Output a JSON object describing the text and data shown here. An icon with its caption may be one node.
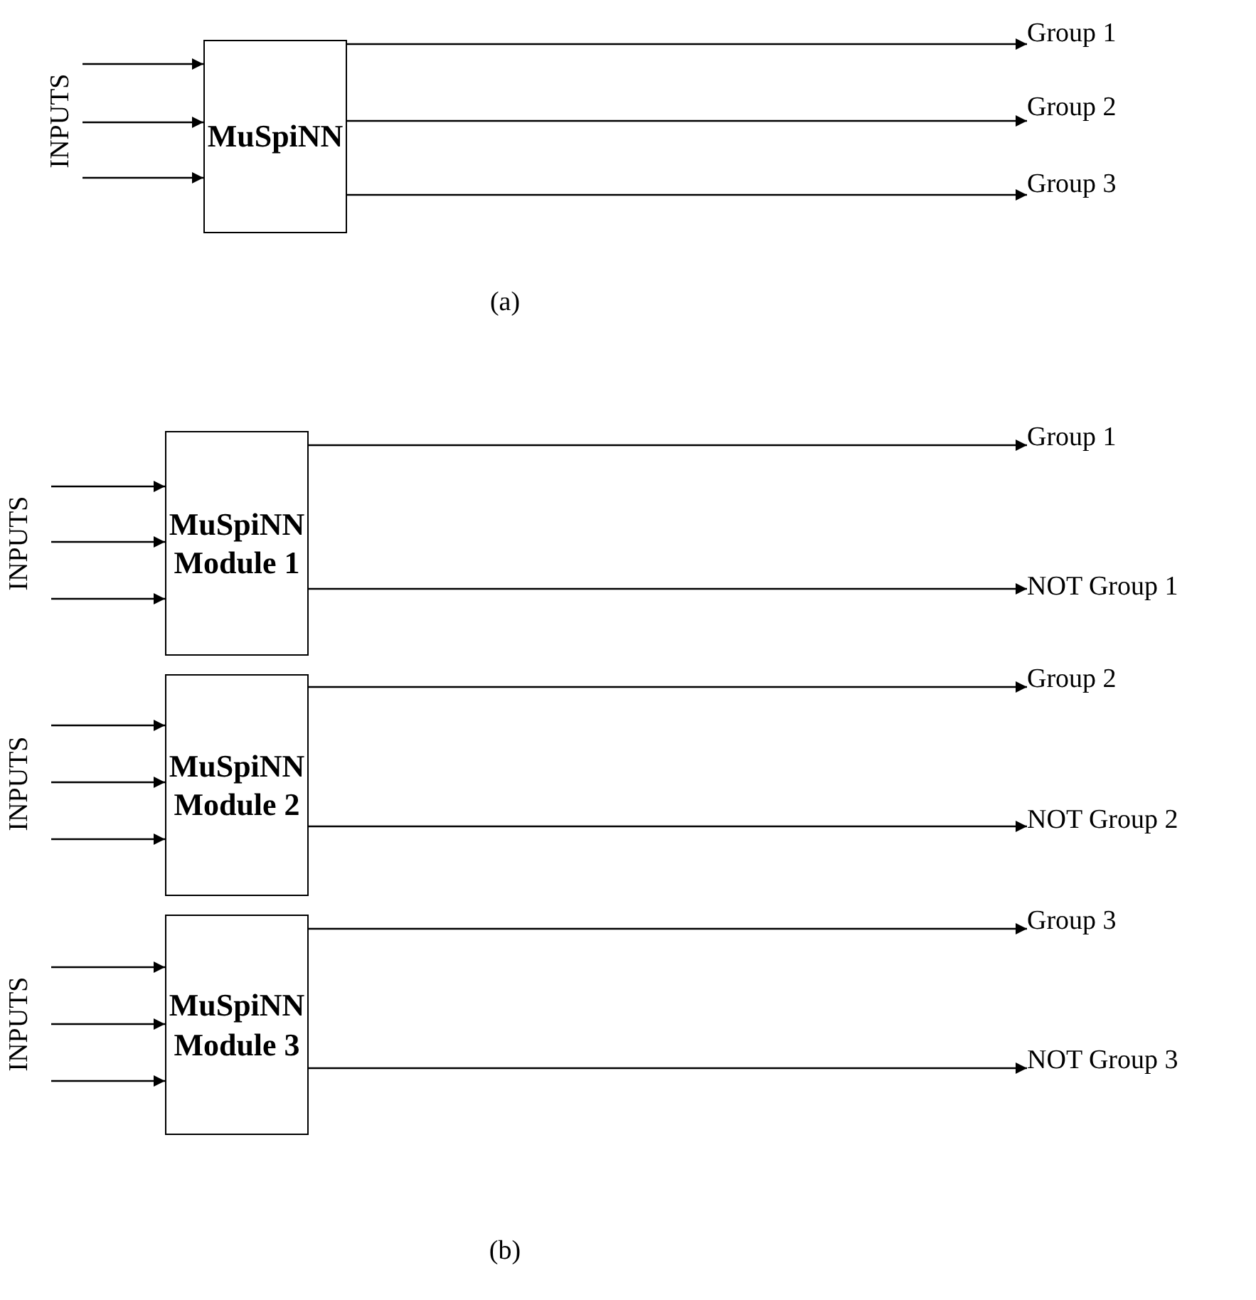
{
  "diagram": {
    "nodes": [
      {
        "text": [
          "MuSpiNN"
        ]
      },
      {
        "text": [
          "Group 1"
        ]
      },
      {
        "text": [
          "Group 2"
        ]
      },
      {
        "text": [
          "Group 3"
        ]
      },
      {
        "text": [
          "MuSpiNN Module 1"
        ]
      },
      {
        "text": [
          "Group 1"
        ]
      },
      {
        "text": [
          "NOT Group 1"
        ]
      },
      {
        "text": [
          "MuSpiNN Module 2"
        ]
      },
      {
        "text": [
          "Group 2"
        ]
      },
      {
        "text": [
          "NOT Group 2"
        ]
      },
      {
        "text": [
          "MuSpiNN Module 3"
        ]
      },
      {
        "text": [
          "Group 3"
        ]
      },
      {
        "text": [
          "NOT Group 3"
        ]
      }
    ],
    "edges": [
      {
        "from": null,
        "to": 0,
        "arrow": "to"
      },
      {
        "from": null,
        "to": 0,
        "arrow": "to"
      },
      {
        "from": null,
        "to": 0,
        "arrow": "to"
      },
      {
        "from": 0,
        "to": 1,
        "arrow": "to"
      },
      {
        "from": 0,
        "to": 2,
        "arrow": "to"
      },
      {
        "from": 0,
        "to": 3,
        "arrow": "to"
      },
      {
        "from": null,
        "to": 4,
        "arrow": "to"
      },
      {
        "from": null,
        "to": 4,
        "arrow": "to"
      },
      {
        "from": null,
        "to": 4,
        "arrow": "to"
      },
      {
        "from": 4,
        "to": 5,
        "arrow": "to"
      },
      {
        "from": 4,
        "to": 6,
        "arrow": "to"
      },
      {
        "from": null,
        "to": 7,
        "arrow": "to"
      },
      {
        "from": null,
        "to": 7,
        "arrow": "to"
      },
      {
        "from": null,
        "to": 7,
        "arrow": "to"
      },
      {
        "from": 7,
        "to": 8,
        "arrow": "to"
      },
      {
        "from": 7,
        "to": 9,
        "arrow": "to"
      },
      {
        "from": null,
        "to": 10,
        "arrow": "to"
      },
      {
        "from": null,
        "to": 10,
        "arrow": "to"
      },
      {
        "from": null,
        "to": 10,
        "arrow": "to"
      },
      {
        "from": 10,
        "to": 11,
        "arrow": "to"
      },
      {
        "from": 10,
        "to": 12,
        "arrow": "to"
      }
    ],
    "labels": [
      "INPUTS",
      "(a)",
      "INPUTS",
      "INPUTS",
      "INPUTS",
      "(b)"
    ]
  }
}
